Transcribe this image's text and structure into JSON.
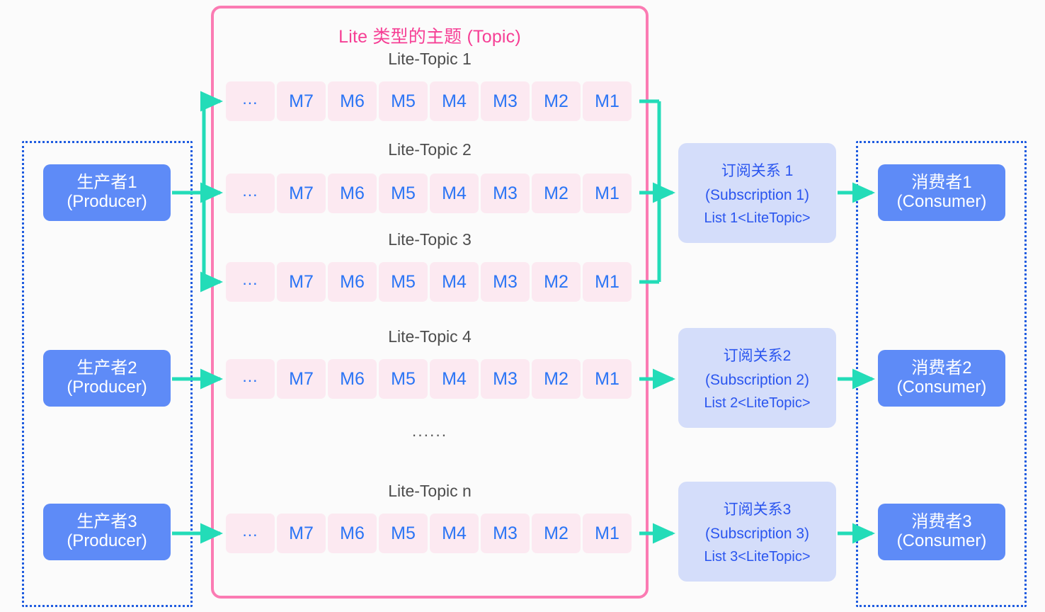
{
  "diagram": {
    "title_cn": "Lite 类型的主题 (Topic)",
    "accent_pink": "#f63f95",
    "accent_blue": "#2a55ef",
    "arrow_green": "#23dcb8",
    "actor_blue": "#5e8bf7",
    "cell_pink": "#fce9f1",
    "frame_blue": "#1f5ce0"
  },
  "topics": [
    {
      "label": "Lite-Topic 1",
      "cells": [
        "...",
        "M7",
        "M6",
        "M5",
        "M4",
        "M3",
        "M2",
        "M1"
      ]
    },
    {
      "label": "Lite-Topic 2",
      "cells": [
        "...",
        "M7",
        "M6",
        "M5",
        "M4",
        "M3",
        "M2",
        "M1"
      ]
    },
    {
      "label": "Lite-Topic 3",
      "cells": [
        "...",
        "M7",
        "M6",
        "M5",
        "M4",
        "M3",
        "M2",
        "M1"
      ]
    },
    {
      "label": "Lite-Topic 4",
      "cells": [
        "...",
        "M7",
        "M6",
        "M5",
        "M4",
        "M3",
        "M2",
        "M1"
      ]
    },
    {
      "label": "Lite-Topic n",
      "cells": [
        "...",
        "M7",
        "M6",
        "M5",
        "M4",
        "M3",
        "M2",
        "M1"
      ]
    }
  ],
  "topics_ellipsis": "......",
  "producers": [
    {
      "name_cn": "生产者1",
      "name_en": "(Producer)"
    },
    {
      "name_cn": "生产者2",
      "name_en": "(Producer)"
    },
    {
      "name_cn": "生产者3",
      "name_en": "(Producer)"
    }
  ],
  "consumers": [
    {
      "name_cn": "消费者1",
      "name_en": "(Consumer)"
    },
    {
      "name_cn": "消费者2",
      "name_en": "(Consumer)"
    },
    {
      "name_cn": "消费者3",
      "name_en": "(Consumer)"
    }
  ],
  "subscriptions": [
    {
      "name_cn": "订阅关系 1",
      "name_en": "(Subscription 1)",
      "list": "List 1<LiteTopic>"
    },
    {
      "name_cn": "订阅关系2",
      "name_en": "(Subscription 2)",
      "list": "List 2<LiteTopic>"
    },
    {
      "name_cn": "订阅关系3",
      "name_en": "(Subscription 3)",
      "list": "List 3<LiteTopic>"
    }
  ]
}
